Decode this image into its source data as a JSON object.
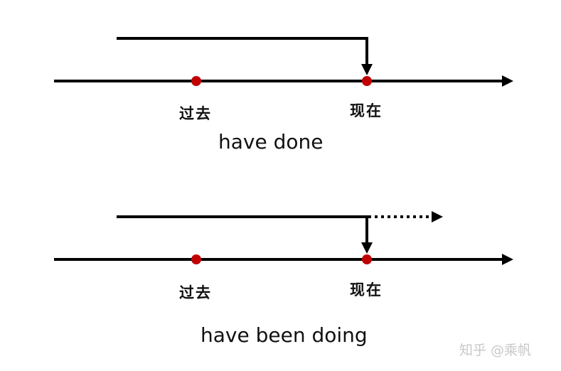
{
  "panels": [
    {
      "past_label": "过去",
      "present_label": "现在",
      "caption": "have done",
      "continues": false
    },
    {
      "past_label": "过去",
      "present_label": "现在",
      "caption": "have been doing",
      "continues": true
    }
  ],
  "watermark": "知乎 @乘帆",
  "colors": {
    "line": "#000000",
    "dot": "#c00000"
  }
}
